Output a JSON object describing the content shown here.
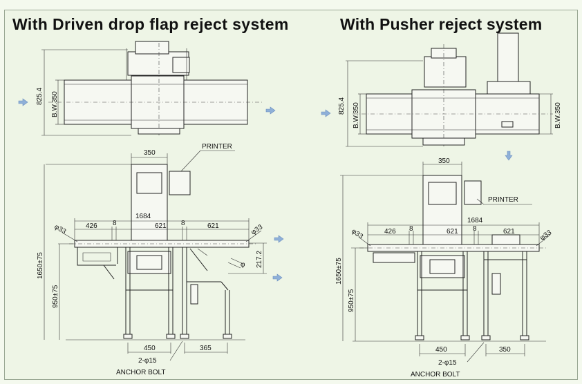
{
  "titles": {
    "left": "With Driven drop flap reject system",
    "right": "With Pusher reject system"
  },
  "left": {
    "top_view": {
      "overall_depth": "825.4",
      "belt_width": "B.W.350"
    },
    "front_view": {
      "head_width": "350",
      "printer": "PRINTER",
      "overall_length": "1684",
      "conveyor_1": "426",
      "gap_1": "8",
      "conveyor_2": "621",
      "gap_2": "8",
      "conveyor_3": "621",
      "roller_dia_left": "φ33",
      "roller_dia_right": "φ33",
      "flap_drop": "217.2",
      "flap_angle_label": "φ",
      "total_height": "1650±75",
      "pass_height": "950±75",
      "leg_span": "450",
      "reject_leg_span": "365",
      "anchor_holes": "2-φ15",
      "anchor_label": "ANCHOR BOLT"
    }
  },
  "right": {
    "top_view": {
      "overall_depth": "825.4",
      "belt_width_left": "B.W.350",
      "belt_width_right": "B.W.350"
    },
    "front_view": {
      "head_width": "350",
      "printer": "PRINTER",
      "overall_length": "1684",
      "conveyor_1": "426",
      "gap_1": "8",
      "conveyor_2": "621",
      "gap_2": "8",
      "conveyor_3": "621",
      "roller_dia_left": "φ33",
      "roller_dia_right": "φ33",
      "total_height": "1650±75",
      "pass_height": "950±75",
      "leg_span": "450",
      "reject_leg_span": "350",
      "anchor_holes": "2-φ15",
      "anchor_label": "ANCHOR BOLT"
    }
  },
  "colors": {
    "background": "#eef5e6",
    "line": "#222222",
    "arrow": "#8fb0d8"
  }
}
